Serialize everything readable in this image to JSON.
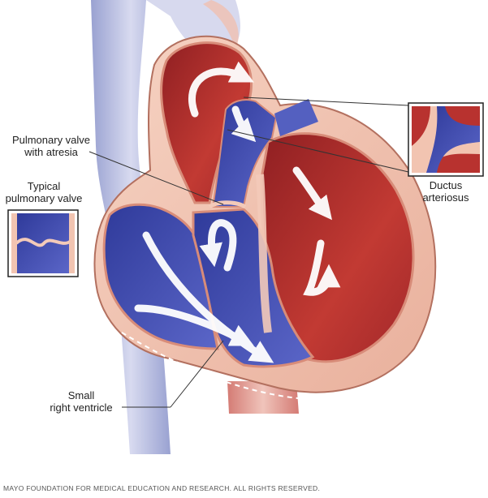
{
  "labels": {
    "pulmonary_valve_atresia": [
      "Pulmonary valve",
      "with atresia"
    ],
    "typical_pulmonary_valve": [
      "Typical",
      "pulmonary valve"
    ],
    "ductus_arteriosus": [
      "Ductus",
      "arteriosus"
    ],
    "small_right_ventricle": [
      "Small",
      "right ventricle"
    ]
  },
  "copyright": "MAYO FOUNDATION FOR MEDICAL EDUCATION AND RESEARCH. ALL RIGHTS RESERVED.",
  "colors": {
    "oxygen_poor_blue": "#4a56b8",
    "oxygen_rich_red": "#b8322f",
    "heart_wall": "#f2c4b1",
    "vessel_blue_light": "#c9cde6",
    "arrow_white": "#ffffff"
  }
}
